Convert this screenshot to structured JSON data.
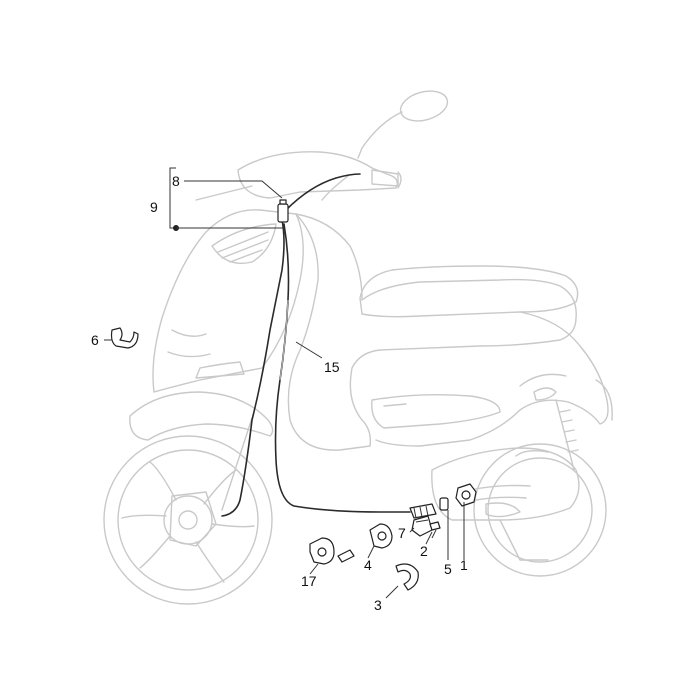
{
  "diagram": {
    "callouts": [
      {
        "id": "1",
        "text": "1"
      },
      {
        "id": "2",
        "text": "2"
      },
      {
        "id": "3",
        "text": "3"
      },
      {
        "id": "4",
        "text": "4"
      },
      {
        "id": "5",
        "text": "5"
      },
      {
        "id": "6",
        "text": "6"
      },
      {
        "id": "7",
        "text": "7"
      },
      {
        "id": "8",
        "text": "8"
      },
      {
        "id": "9",
        "text": "9"
      },
      {
        "id": "15",
        "text": "15"
      },
      {
        "id": "17",
        "text": "17"
      }
    ]
  },
  "colors": {
    "background": "#ffffff",
    "ghost_outline": "#c9c9c9",
    "part_line": "#222222"
  }
}
